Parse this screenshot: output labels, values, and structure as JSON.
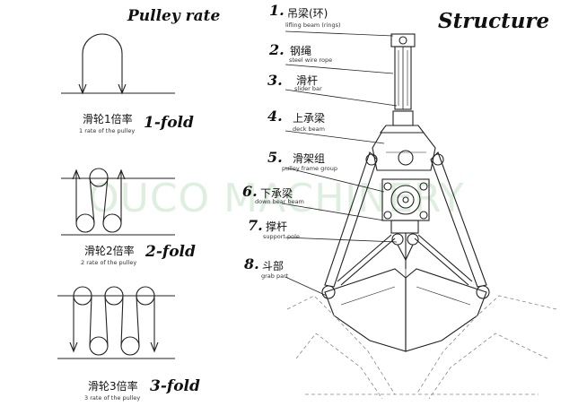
{
  "pulley_section": {
    "title": "Pulley rate",
    "rates": [
      {
        "zh": "滑轮1倍率",
        "en": "1 rate of the pulley",
        "fold": "1-fold"
      },
      {
        "zh": "滑轮2倍率",
        "en": "2 rate of the pulley",
        "fold": "2-fold"
      },
      {
        "zh": "滑轮3倍率",
        "en": "3 rate of the pulley",
        "fold": "3-fold"
      }
    ]
  },
  "structure_section": {
    "title": "Structure",
    "parts": [
      {
        "num": "1.",
        "zh": "吊梁(环)",
        "en": "lifling beam (rings)"
      },
      {
        "num": "2.",
        "zh": "钢绳",
        "en": "steel wire rope"
      },
      {
        "num": "3.",
        "zh": "滑杆",
        "en": "slider bar"
      },
      {
        "num": "4.",
        "zh": "上承梁",
        "en": "deck beam"
      },
      {
        "num": "5.",
        "zh": "滑架组",
        "en": "pulley frame group"
      },
      {
        "num": "6.",
        "zh": "下承梁",
        "en": "down bear beam"
      },
      {
        "num": "7.",
        "zh": "撑杆",
        "en": "support pole"
      },
      {
        "num": "8.",
        "zh": "斗部",
        "en": "grab part"
      }
    ]
  },
  "watermark": "OUCO MACHINERY"
}
